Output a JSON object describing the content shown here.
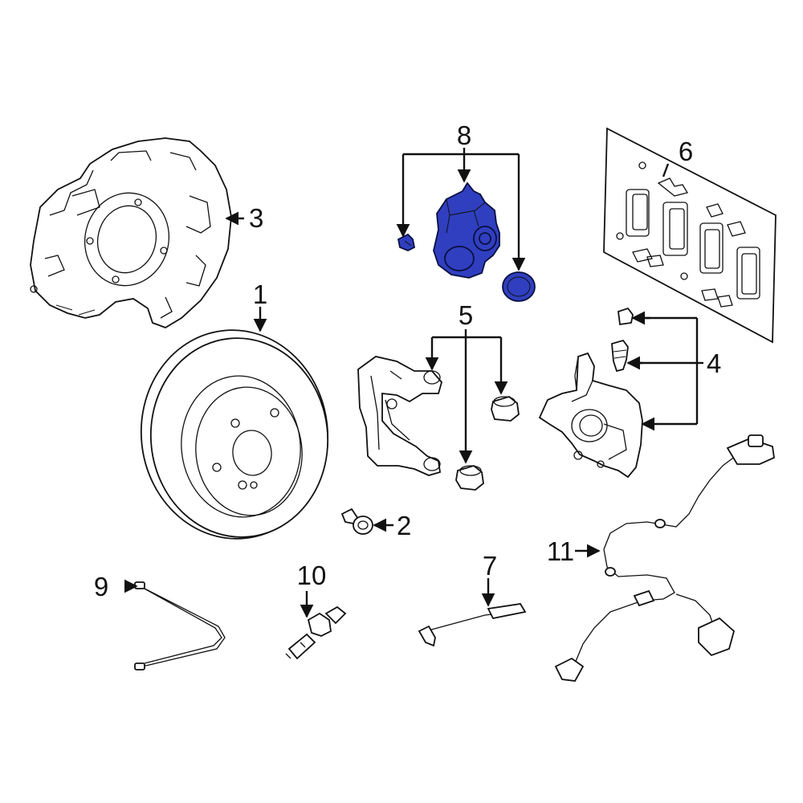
{
  "diagram": {
    "highlight_color": "#2f3fbf",
    "highlight_dark": "#1c2890",
    "callouts": {
      "c1": "1",
      "c2": "2",
      "c3": "3",
      "c4": "4",
      "c5": "5",
      "c6": "6",
      "c7": "7",
      "c8": "8",
      "c9": "9",
      "c10": "10",
      "c11": "11"
    }
  }
}
